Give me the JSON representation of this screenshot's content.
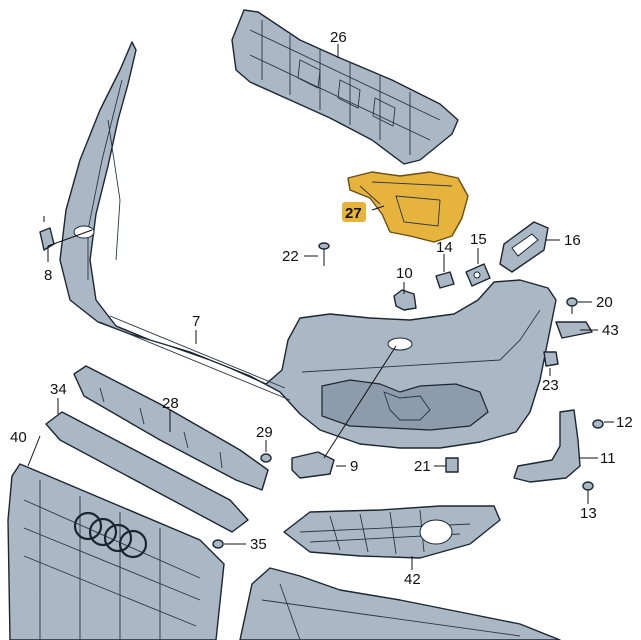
{
  "callouts": {
    "c26": "26",
    "c27": "27",
    "c22": "22",
    "c8": "8",
    "c10": "10",
    "c14": "14",
    "c15": "15",
    "c16": "16",
    "c20": "20",
    "c43": "43",
    "c7": "7",
    "c23": "23",
    "c34": "34",
    "c28": "28",
    "c40": "40",
    "c29": "29",
    "c9": "9",
    "c21": "21",
    "c12": "12",
    "c11": "11",
    "c13": "13",
    "c35": "35",
    "c42": "42"
  },
  "colors": {
    "part_fill": "#aab8c6",
    "highlight_fill": "#e6b43c",
    "outline": "#1c2630",
    "background": "#ffffff"
  }
}
